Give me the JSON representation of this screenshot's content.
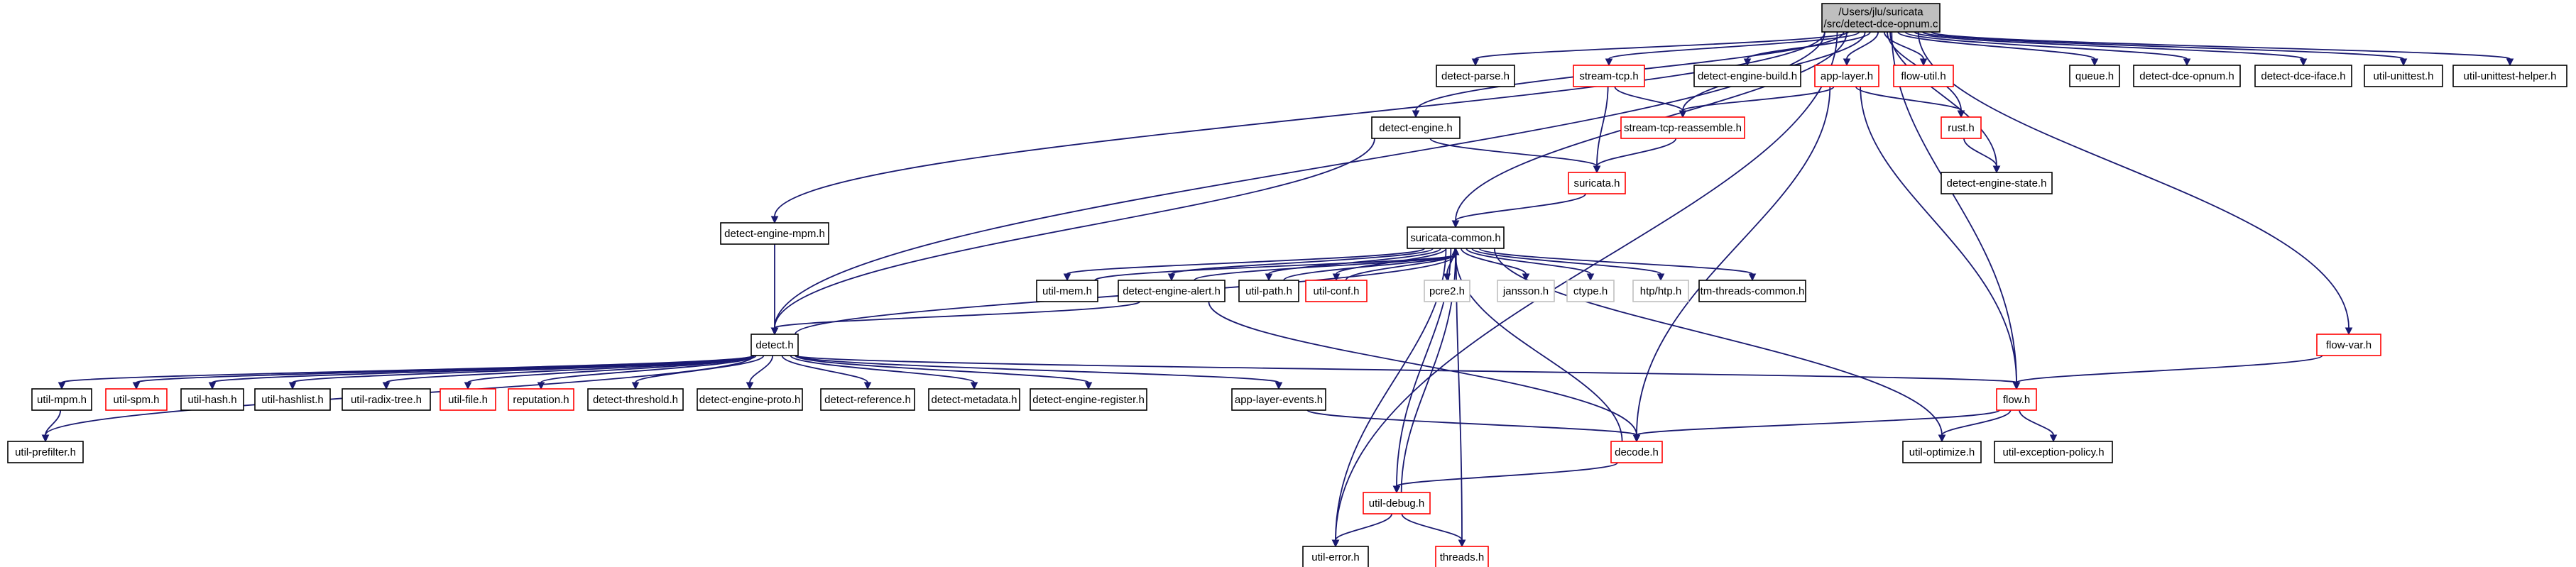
{
  "diagram": {
    "title": "/Users/jlu/suricata/src/detect-dce-opnum.c",
    "nodes": {
      "root": {
        "lines": [
          "/Users/jlu/suricata",
          "/src/detect-dce-opnum.c"
        ],
        "style": "root"
      },
      "detect_engine_mpm_h": {
        "label": "detect-engine-mpm.h",
        "style": "black"
      },
      "detect_h": {
        "label": "detect.h",
        "style": "black"
      },
      "detect_engine_h": {
        "label": "detect-engine.h",
        "style": "black"
      },
      "detect_parse_h": {
        "label": "detect-parse.h",
        "style": "black"
      },
      "stream_tcp_h": {
        "label": "stream-tcp.h",
        "style": "red"
      },
      "detect_engine_build_h": {
        "label": "detect-engine-build.h",
        "style": "black"
      },
      "app_layer_h": {
        "label": "app-layer.h",
        "style": "red"
      },
      "flow_util_h": {
        "label": "flow-util.h",
        "style": "red"
      },
      "queue_h": {
        "label": "queue.h",
        "style": "black"
      },
      "detect_dce_opnum_h": {
        "label": "detect-dce-opnum.h",
        "style": "black"
      },
      "detect_dce_iface_h": {
        "label": "detect-dce-iface.h",
        "style": "black"
      },
      "util_unittest_h": {
        "label": "util-unittest.h",
        "style": "black"
      },
      "util_unittest_helper_h": {
        "label": "util-unittest-helper.h",
        "style": "black"
      },
      "stream_tcp_reassemble_h": {
        "label": "stream-tcp-reassemble.h",
        "style": "red"
      },
      "rust_h": {
        "label": "rust.h",
        "style": "red"
      },
      "suricata_h": {
        "label": "suricata.h",
        "style": "red"
      },
      "detect_engine_state_h": {
        "label": "detect-engine-state.h",
        "style": "black"
      },
      "suricata_common_h": {
        "label": "suricata-common.h",
        "style": "black"
      },
      "util_mem_h": {
        "label": "util-mem.h",
        "style": "black"
      },
      "detect_engine_alert_h": {
        "label": "detect-engine-alert.h",
        "style": "black"
      },
      "util_path_h": {
        "label": "util-path.h",
        "style": "black"
      },
      "util_conf_h": {
        "label": "util-conf.h",
        "style": "red"
      },
      "pcre2_h": {
        "label": "pcre2.h",
        "style": "gray"
      },
      "jansson_h": {
        "label": "jansson.h",
        "style": "gray"
      },
      "ctype_h": {
        "label": "ctype.h",
        "style": "gray"
      },
      "htp_htp_h": {
        "label": "htp/htp.h",
        "style": "gray"
      },
      "tm_threads_common_h": {
        "label": "tm-threads-common.h",
        "style": "black"
      },
      "flow_var_h": {
        "label": "flow-var.h",
        "style": "red"
      },
      "util_mpm_h": {
        "label": "util-mpm.h",
        "style": "black"
      },
      "util_spm_h": {
        "label": "util-spm.h",
        "style": "red"
      },
      "util_hash_h": {
        "label": "util-hash.h",
        "style": "black"
      },
      "util_hashlist_h": {
        "label": "util-hashlist.h",
        "style": "black"
      },
      "util_radix_tree_h": {
        "label": "util-radix-tree.h",
        "style": "black"
      },
      "util_file_h": {
        "label": "util-file.h",
        "style": "red"
      },
      "reputation_h": {
        "label": "reputation.h",
        "style": "red"
      },
      "detect_threshold_h": {
        "label": "detect-threshold.h",
        "style": "black"
      },
      "detect_engine_proto_h": {
        "label": "detect-engine-proto.h",
        "style": "black"
      },
      "detect_reference_h": {
        "label": "detect-reference.h",
        "style": "black"
      },
      "detect_metadata_h": {
        "label": "detect-metadata.h",
        "style": "black"
      },
      "detect_engine_register_h": {
        "label": "detect-engine-register.h",
        "style": "black"
      },
      "app_layer_events_h": {
        "label": "app-layer-events.h",
        "style": "black"
      },
      "flow_h": {
        "label": "flow.h",
        "style": "red"
      },
      "util_prefilter_h": {
        "label": "util-prefilter.h",
        "style": "black"
      },
      "decode_h": {
        "label": "decode.h",
        "style": "red"
      },
      "util_optimize_h": {
        "label": "util-optimize.h",
        "style": "black"
      },
      "util_exception_policy_h": {
        "label": "util-exception-policy.h",
        "style": "black"
      },
      "util_debug_h": {
        "label": "util-debug.h",
        "style": "red"
      },
      "util_error_h": {
        "label": "util-error.h",
        "style": "black"
      },
      "threads_h": {
        "label": "threads.h",
        "style": "red"
      }
    },
    "edges": [
      [
        "root",
        "detect_engine_mpm_h"
      ],
      [
        "root",
        "detect_h"
      ],
      [
        "root",
        "detect_engine_h"
      ],
      [
        "root",
        "detect_parse_h"
      ],
      [
        "root",
        "stream_tcp_h"
      ],
      [
        "root",
        "detect_engine_build_h"
      ],
      [
        "root",
        "app_layer_h"
      ],
      [
        "root",
        "flow_util_h"
      ],
      [
        "root",
        "queue_h"
      ],
      [
        "root",
        "detect_dce_opnum_h"
      ],
      [
        "root",
        "detect_dce_iface_h"
      ],
      [
        "root",
        "util_unittest_h"
      ],
      [
        "root",
        "util_unittest_helper_h"
      ],
      [
        "root",
        "stream_tcp_reassemble_h"
      ],
      [
        "root",
        "rust_h"
      ],
      [
        "root",
        "detect_engine_state_h"
      ],
      [
        "root",
        "suricata_common_h"
      ],
      [
        "root",
        "flow_var_h"
      ],
      [
        "root",
        "flow_h"
      ],
      [
        "root",
        "util_error_h"
      ],
      [
        "detect_engine_mpm_h",
        "detect_h"
      ],
      [
        "detect_engine_h",
        "detect_h"
      ],
      [
        "detect_engine_h",
        "suricata_h"
      ],
      [
        "stream_tcp_h",
        "stream_tcp_reassemble_h"
      ],
      [
        "stream_tcp_h",
        "suricata_h"
      ],
      [
        "app_layer_h",
        "stream_tcp_reassemble_h"
      ],
      [
        "app_layer_h",
        "rust_h"
      ],
      [
        "app_layer_h",
        "flow_h"
      ],
      [
        "app_layer_h",
        "decode_h"
      ],
      [
        "stream_tcp_reassemble_h",
        "suricata_h"
      ],
      [
        "rust_h",
        "detect_engine_state_h"
      ],
      [
        "suricata_h",
        "suricata_common_h"
      ],
      [
        "suricata_common_h",
        "util_mem_h"
      ],
      [
        "suricata_common_h",
        "detect_engine_alert_h"
      ],
      [
        "suricata_common_h",
        "util_path_h"
      ],
      [
        "suricata_common_h",
        "util_conf_h"
      ],
      [
        "suricata_common_h",
        "pcre2_h"
      ],
      [
        "suricata_common_h",
        "jansson_h"
      ],
      [
        "suricata_common_h",
        "ctype_h"
      ],
      [
        "suricata_common_h",
        "htp_htp_h"
      ],
      [
        "suricata_common_h",
        "tm_threads_common_h"
      ],
      [
        "suricata_common_h",
        "util_debug_h"
      ],
      [
        "suricata_common_h",
        "util_optimize_h"
      ],
      [
        "suricata_common_h",
        "threads_h"
      ],
      [
        "suricata_common_h",
        "util_error_h"
      ],
      [
        "util_mem_h",
        "suricata_common_h"
      ],
      [
        "detect_engine_alert_h",
        "suricata_common_h"
      ],
      [
        "detect_engine_alert_h",
        "detect_h"
      ],
      [
        "detect_engine_alert_h",
        "decode_h"
      ],
      [
        "util_path_h",
        "suricata_common_h"
      ],
      [
        "util_conf_h",
        "suricata_common_h"
      ],
      [
        "detect_h",
        "suricata_common_h"
      ],
      [
        "detect_h",
        "util_mpm_h"
      ],
      [
        "detect_h",
        "util_spm_h"
      ],
      [
        "detect_h",
        "util_hash_h"
      ],
      [
        "detect_h",
        "util_hashlist_h"
      ],
      [
        "detect_h",
        "util_radix_tree_h"
      ],
      [
        "detect_h",
        "util_file_h"
      ],
      [
        "detect_h",
        "reputation_h"
      ],
      [
        "detect_h",
        "detect_threshold_h"
      ],
      [
        "detect_h",
        "detect_engine_proto_h"
      ],
      [
        "detect_h",
        "detect_reference_h"
      ],
      [
        "detect_h",
        "detect_metadata_h"
      ],
      [
        "detect_h",
        "detect_engine_register_h"
      ],
      [
        "detect_h",
        "app_layer_events_h"
      ],
      [
        "detect_h",
        "flow_h"
      ],
      [
        "detect_h",
        "util_prefilter_h"
      ],
      [
        "util_mpm_h",
        "util_prefilter_h"
      ],
      [
        "app_layer_events_h",
        "decode_h"
      ],
      [
        "flow_var_h",
        "flow_h"
      ],
      [
        "flow_h",
        "decode_h"
      ],
      [
        "flow_h",
        "util_optimize_h"
      ],
      [
        "flow_h",
        "util_exception_policy_h"
      ],
      [
        "decode_h",
        "suricata_common_h"
      ],
      [
        "decode_h",
        "util_debug_h"
      ],
      [
        "util_debug_h",
        "suricata_common_h"
      ],
      [
        "util_debug_h",
        "util_error_h"
      ],
      [
        "util_debug_h",
        "threads_h"
      ]
    ]
  }
}
